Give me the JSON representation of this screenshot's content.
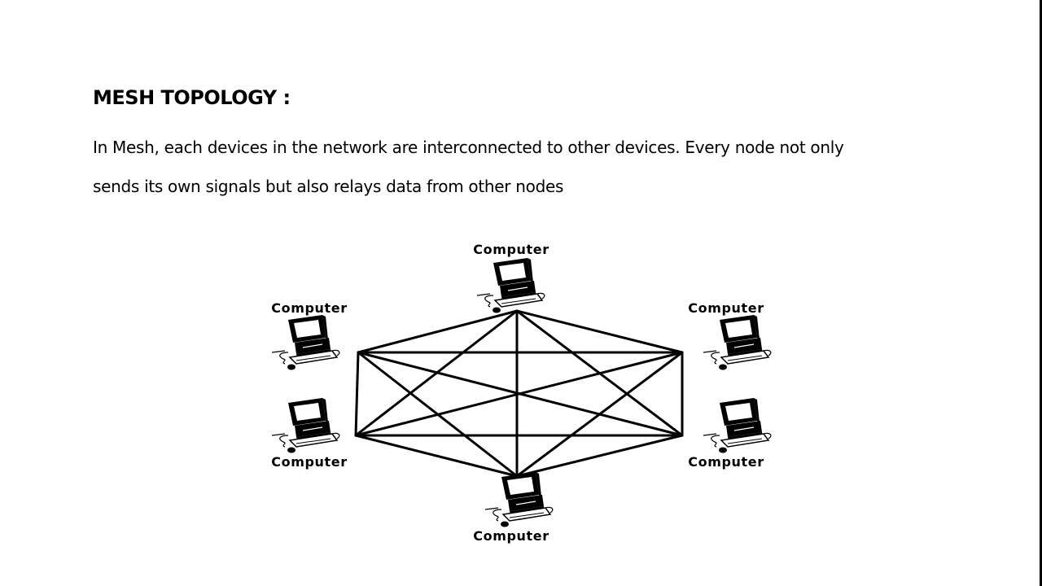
{
  "slide": {
    "title": "MESH TOPOLOGY :",
    "body_lines": [
      "In Mesh, each devices in the network are interconnected to other devices. Every node not only",
      "sends its own signals but also relays data from other nodes"
    ]
  },
  "diagram": {
    "topology": "full mesh",
    "nodes": [
      {
        "id": "top",
        "label": "Computer",
        "icon": "computer-icon"
      },
      {
        "id": "upper-left",
        "label": "Computer",
        "icon": "computer-icon"
      },
      {
        "id": "upper-right",
        "label": "Computer",
        "icon": "computer-icon"
      },
      {
        "id": "lower-left",
        "label": "Computer",
        "icon": "computer-icon"
      },
      {
        "id": "lower-right",
        "label": "Computer",
        "icon": "computer-icon"
      },
      {
        "id": "bottom",
        "label": "Computer",
        "icon": "computer-icon"
      }
    ],
    "edges": [
      [
        "top",
        "upper-left"
      ],
      [
        "top",
        "upper-right"
      ],
      [
        "top",
        "lower-left"
      ],
      [
        "top",
        "lower-right"
      ],
      [
        "top",
        "bottom"
      ],
      [
        "upper-left",
        "upper-right"
      ],
      [
        "upper-left",
        "lower-left"
      ],
      [
        "upper-left",
        "lower-right"
      ],
      [
        "upper-left",
        "bottom"
      ],
      [
        "upper-right",
        "lower-left"
      ],
      [
        "upper-right",
        "lower-right"
      ],
      [
        "upper-right",
        "bottom"
      ],
      [
        "lower-left",
        "lower-right"
      ],
      [
        "lower-left",
        "bottom"
      ],
      [
        "lower-right",
        "bottom"
      ]
    ],
    "colors": {
      "line": "#000000",
      "background": "#ffffff"
    }
  }
}
